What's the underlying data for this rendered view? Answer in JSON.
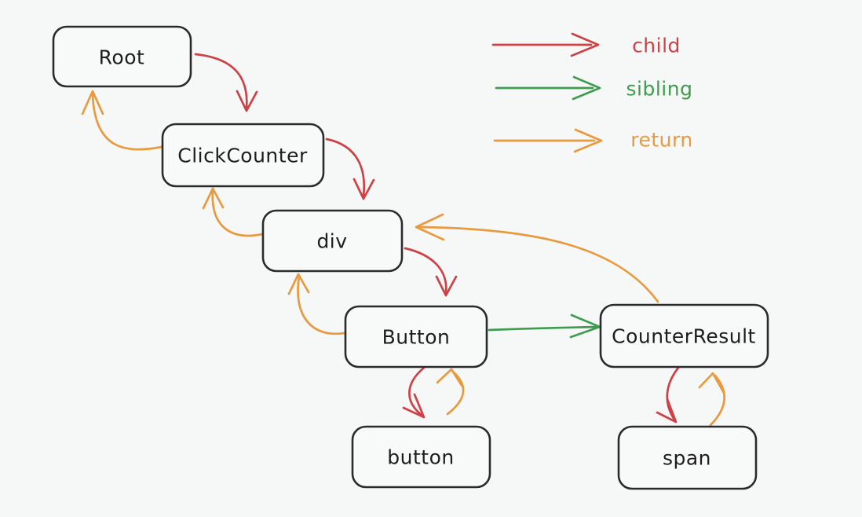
{
  "canvas": {
    "background": "#f6f7f7",
    "node_border": "#2b2b2b",
    "node_fill": "#f8f9f9",
    "text_color": "#1d1d1d"
  },
  "colors": {
    "child": "#cc4247",
    "sibling": "#3f9c4f",
    "return": "#e89a3f"
  },
  "nodes": {
    "root": {
      "label": "Root"
    },
    "click_counter": {
      "label": "ClickCounter"
    },
    "div": {
      "label": "div"
    },
    "button_component": {
      "label": "Button"
    },
    "counter_result": {
      "label": "CounterResult"
    },
    "button_element": {
      "label": "button"
    },
    "span_element": {
      "label": "span"
    }
  },
  "legend": {
    "child": {
      "label": "child"
    },
    "sibling": {
      "label": "sibling"
    },
    "return": {
      "label": "return"
    }
  },
  "edges": [
    {
      "from": "Root",
      "to": "ClickCounter",
      "type": "child"
    },
    {
      "from": "ClickCounter",
      "to": "div",
      "type": "child"
    },
    {
      "from": "div",
      "to": "Button",
      "type": "child"
    },
    {
      "from": "Button",
      "to": "CounterResult",
      "type": "sibling"
    },
    {
      "from": "Button",
      "to": "button",
      "type": "child"
    },
    {
      "from": "CounterResult",
      "to": "span",
      "type": "child"
    },
    {
      "from": "button",
      "to": "Button",
      "type": "return"
    },
    {
      "from": "span",
      "to": "CounterResult",
      "type": "return"
    },
    {
      "from": "CounterResult",
      "to": "div",
      "type": "return"
    },
    {
      "from": "Button",
      "to": "div",
      "type": "return"
    },
    {
      "from": "div",
      "to": "ClickCounter",
      "type": "return"
    },
    {
      "from": "ClickCounter",
      "to": "Root",
      "type": "return"
    }
  ]
}
